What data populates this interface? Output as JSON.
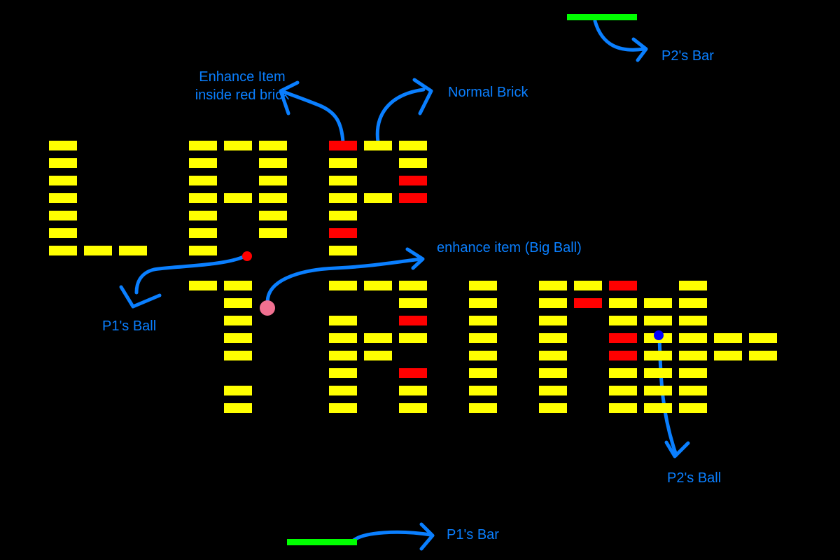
{
  "colors": {
    "background": "#000000",
    "normal_brick": "#ffff00",
    "item_brick": "#ff0000",
    "paddle": "#00ff00",
    "annotation": "#0a7fff",
    "p1_ball": "#ff0000",
    "p2_ball": "#0000ff",
    "big_ball_item": "#f07090"
  },
  "annotations": {
    "p2_bar": "P2's Bar",
    "enhance_line1": "Enhance Item",
    "enhance_line2": "inside red brick",
    "normal_brick": "Normal Brick",
    "big_ball": "enhance item (Big Ball)",
    "p1_ball": "P1's Ball",
    "p2_ball": "P2's Ball",
    "p1_bar": "P1's Bar"
  },
  "entities": {
    "p1_ball": {
      "icon": "small-red-ball"
    },
    "p2_ball": {
      "icon": "small-blue-ball"
    },
    "big_ball_item": {
      "icon": "big-ball-powerup"
    }
  },
  "brick_map": [
    "Y...YYY.RYY",
    "Y...Y.Y.Y.Y",
    "Y...Y.Y.Y.R",
    "Y...YYY.YYR",
    "Y...Y.Y.Y..",
    "Y...Y.Y.R..",
    "YYY.Y...Y..",
    "...........",
    "....YY..YYY.Y.YYR.Y",
    ".....Y....Y.Y.YRYYY",
    ".....Y..Y.R.Y.Y.YYY",
    ".....Y..YYY.Y.Y.RYYYY",
    ".....Y..YY..Y.Y.RYYYY",
    "........Y.R.Y.Y.YYY",
    ".....Y..Y.Y.Y.Y.YYY",
    ".....Y..Y.Y.Y.Y.YYY"
  ]
}
